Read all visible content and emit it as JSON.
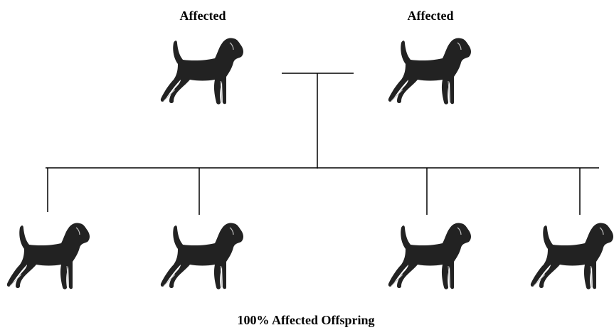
{
  "parents": [
    {
      "label": "Affected",
      "status": "affected"
    },
    {
      "label": "Affected",
      "status": "affected"
    }
  ],
  "offspring": [
    {
      "status": "affected"
    },
    {
      "status": "affected"
    },
    {
      "status": "affected"
    },
    {
      "status": "affected"
    }
  ],
  "caption": "100% Affected Offspring",
  "colors": {
    "dog": "#222222",
    "line": "#000000",
    "highlight": "#bfbfbf"
  },
  "icon": "terrier-silhouette-icon"
}
